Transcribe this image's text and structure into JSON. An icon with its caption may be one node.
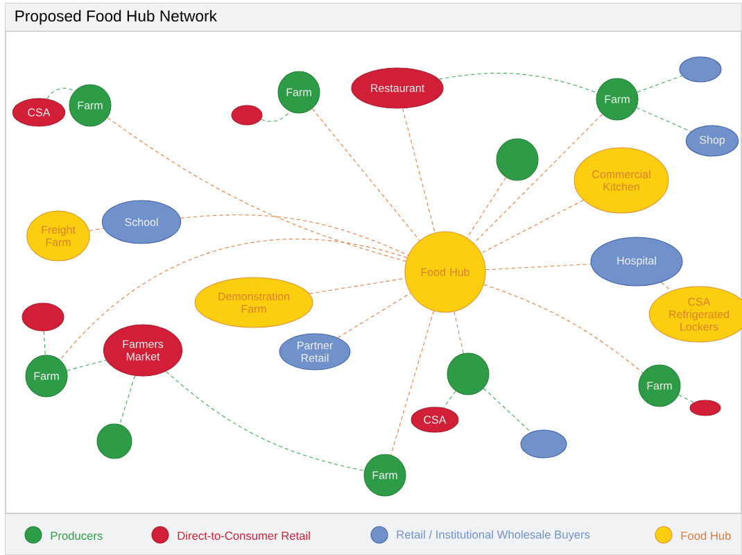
{
  "diagram": {
    "title": "Proposed Food Hub Network",
    "nodes": [
      {
        "text": [
          "CSA"
        ]
      },
      {
        "text": [
          "Farm"
        ]
      },
      {
        "text": [],
        "shape": "ellipse"
      },
      {
        "text": [
          "Farm"
        ]
      },
      {
        "text": [
          "Restaurant"
        ]
      },
      {
        "text": [
          "Farm"
        ]
      },
      {
        "text": [],
        "shape": "ellipse"
      },
      {
        "text": [
          "Shop"
        ]
      },
      {
        "text": [],
        "shape": "circle"
      },
      {
        "text": [
          "Commercial Kitchen"
        ]
      },
      {
        "text": [
          "School"
        ]
      },
      {
        "text": [
          "Freight Farm"
        ]
      },
      {
        "text": [
          "Food Hub"
        ]
      },
      {
        "text": [
          "Hospital"
        ]
      },
      {
        "text": [
          "Demonstration Farm"
        ]
      },
      {
        "text": [
          "CSA Refrigerated Lockers"
        ]
      },
      {
        "text": [],
        "shape": "ellipse"
      },
      {
        "text": [
          "Farmers Market"
        ]
      },
      {
        "text": [
          "Partner Retail"
        ]
      },
      {
        "text": [
          "Farm"
        ]
      },
      {
        "text": [],
        "shape": "circle"
      },
      {
        "text": [
          "Farm"
        ]
      },
      {
        "text": [],
        "shape": "ellipse"
      },
      {
        "text": [
          "CSA"
        ]
      },
      {
        "text": [],
        "shape": "circle"
      },
      {
        "text": [],
        "shape": "ellipse"
      },
      {
        "text": [
          "Farm"
        ]
      }
    ],
    "edges": [
      {
        "from": 0,
        "to": 1,
        "arrow": "none",
        "style": "dashed",
        "color": "#3aa655"
      },
      {
        "from": 1,
        "to": 12,
        "arrow": "none",
        "style": "dashed"
      },
      {
        "from": 2,
        "to": 3,
        "arrow": "none",
        "style": "dashed",
        "color": "#3aa655"
      },
      {
        "from": 3,
        "to": 12,
        "arrow": "none",
        "style": "dashed"
      },
      {
        "from": 4,
        "to": 12,
        "arrow": "none",
        "style": "dashed"
      },
      {
        "from": 4,
        "to": 5,
        "arrow": "none",
        "style": "dashed",
        "color": "#3aa655"
      },
      {
        "from": 5,
        "to": 6,
        "arrow": "none",
        "style": "dashed",
        "color": "#3aa655"
      },
      {
        "from": 5,
        "to": 7,
        "arrow": "none",
        "style": "dashed",
        "color": "#3aa655"
      },
      {
        "from": 5,
        "to": 12,
        "arrow": "none",
        "style": "dashed"
      },
      {
        "from": 8,
        "to": 12,
        "arrow": "none",
        "style": "dashed"
      },
      {
        "from": 9,
        "to": 12,
        "arrow": "none",
        "style": "dashed"
      },
      {
        "from": 11,
        "to": 10,
        "arrow": "none",
        "style": "dashed"
      },
      {
        "from": 10,
        "to": 12,
        "arrow": "none",
        "style": "dashed"
      },
      {
        "from": 12,
        "to": 13,
        "arrow": "none",
        "style": "dashed"
      },
      {
        "from": 13,
        "to": 15,
        "arrow": "none",
        "style": "dashed"
      },
      {
        "from": 14,
        "to": 12,
        "arrow": "none",
        "style": "dashed"
      },
      {
        "from": 18,
        "to": 12,
        "arrow": "none",
        "style": "dashed"
      },
      {
        "from": 12,
        "to": 19,
        "arrow": "none",
        "style": "dashed"
      },
      {
        "from": 16,
        "to": 19,
        "arrow": "none",
        "style": "dashed",
        "color": "#3aa655"
      },
      {
        "from": 19,
        "to": 17,
        "arrow": "none",
        "style": "dashed",
        "color": "#3aa655"
      },
      {
        "from": 17,
        "to": 24,
        "arrow": "none",
        "style": "dashed",
        "color": "#3aa655"
      },
      {
        "from": 17,
        "to": 26,
        "arrow": "none",
        "style": "dashed",
        "color": "#3aa655"
      },
      {
        "from": 12,
        "to": 26,
        "arrow": "none",
        "style": "dashed"
      },
      {
        "from": 12,
        "to": 20,
        "arrow": "none",
        "style": "dashed"
      },
      {
        "from": 20,
        "to": 23,
        "arrow": "none",
        "style": "dashed",
        "color": "#3aa655"
      },
      {
        "from": 20,
        "to": 25,
        "arrow": "none",
        "style": "dashed",
        "color": "#3aa655"
      },
      {
        "from": 12,
        "to": 21,
        "arrow": "none",
        "style": "dashed"
      },
      {
        "from": 21,
        "to": 22,
        "arrow": "none",
        "style": "dashed",
        "color": "#3aa655"
      }
    ],
    "legend": [
      {
        "text": "Producers",
        "color": "#2e9c47"
      },
      {
        "text": "Direct-to-Consumer Retail",
        "color": "#d01f36"
      },
      {
        "text": "Retail / Institutional Wholesale Buyers",
        "color": "#7191cb"
      },
      {
        "text": "Food Hub",
        "color": "#fcce10"
      }
    ]
  }
}
